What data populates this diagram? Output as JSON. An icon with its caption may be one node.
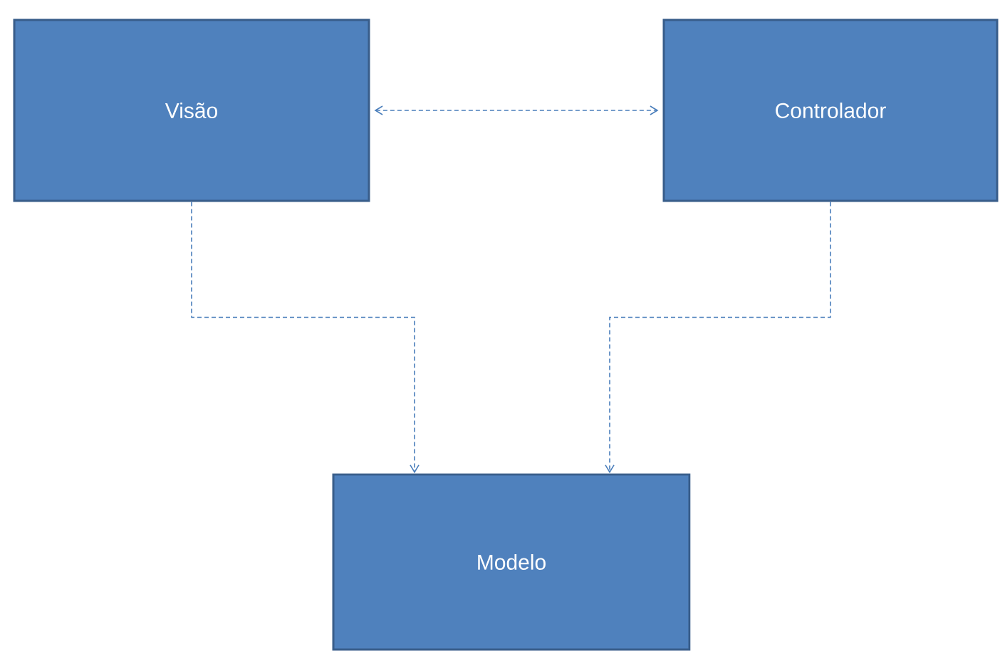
{
  "diagram": {
    "nodes": [
      {
        "text": [
          "Visão"
        ]
      },
      {
        "text": [
          "Controlador"
        ]
      },
      {
        "text": [
          "Modelo"
        ]
      }
    ],
    "edges": [
      {
        "from": 0,
        "to": 1,
        "arrow": "both",
        "style": "dashed"
      },
      {
        "from": 0,
        "to": 2,
        "arrow": "to",
        "style": "dashed"
      },
      {
        "from": 1,
        "to": 2,
        "arrow": "to",
        "style": "dashed"
      }
    ]
  }
}
